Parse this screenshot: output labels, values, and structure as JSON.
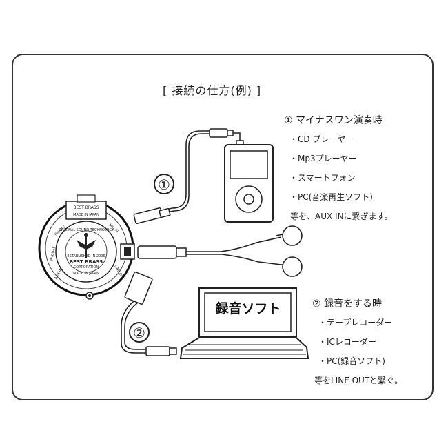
{
  "title": "[ 接続の仕方(例) ]",
  "section1": {
    "heading": "① マイナスワン演奏時",
    "items": [
      "・CD プレーヤー",
      "・Mp3プレーヤー",
      "・スマートフォン",
      "・PC(音楽再生ソフト)"
    ],
    "note": "等を、AUX INに繋ぎます。"
  },
  "section2": {
    "heading": "② 録音をする時",
    "items": [
      "・テープレコーダー",
      "・ICレコーダー",
      "・PC(録音ソフト)"
    ],
    "note": "等をLINE OUTと繋ぐ。"
  },
  "callouts": {
    "one": "①",
    "two": "②"
  },
  "laptop_screen": "録音ソフト",
  "device": {
    "badge_line1": "BEST BRASS",
    "badge_line2": "MADE IN JAPAN",
    "arc_top": "ORIGINAL SOUND TECHNOLOGY",
    "center_line1": "ESTABLISHED IN 2006",
    "center_line2": "BEST BRASS",
    "center_line3": "CORPORATION",
    "center_line4": "MADE IN JAPAN",
    "port_aux": "AUX IN",
    "port_line": "LINE OUT",
    "port_phones": "PHONES",
    "port_mic": "MIC IN",
    "port_power": "ON/OFF"
  }
}
